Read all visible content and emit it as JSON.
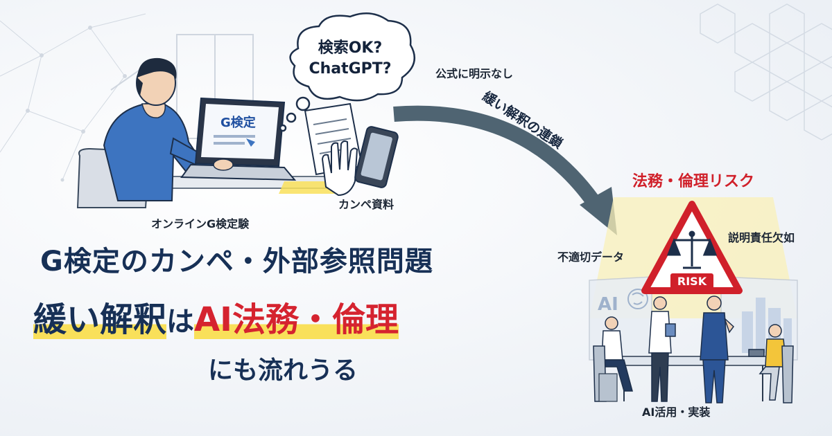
{
  "illustration": {
    "thought_bubble": {
      "line1": "検索OK?",
      "line2": "ChatGPT?"
    },
    "laptop_screen_text": "G検定",
    "note_no_official": "公式に明示なし",
    "label_online_exam": "オンラインG検定験",
    "label_cheat_sheet": "カンペ資料",
    "arrow_label": "緩い解釈の連鎖"
  },
  "risk_panel": {
    "title": "法務・倫理リスク",
    "label_inappropriate_data": "不適切データ",
    "label_accountability": "説明責任欠如",
    "badge": "RISK",
    "screen_label": "AI",
    "footer": "AI活用・実装"
  },
  "headline": {
    "line1": "G検定のカンペ・外部参照問題",
    "line2_part1": "緩い解釈",
    "line2_part2": "は",
    "line2_part3": "AI法務・倫理",
    "line3": "にも流れうる"
  },
  "colors": {
    "navy": "#173056",
    "accent_red": "#d0202a",
    "highlight_yellow": "#f9e05a",
    "arrow_slate": "#4f6472"
  },
  "icons": [
    "network-icon",
    "hexagon-pattern",
    "laptop-icon",
    "document-icon",
    "hand-icon",
    "smartphone-icon",
    "scales-icon",
    "warning-triangle-icon",
    "city-skyline-icon",
    "brain-icon"
  ]
}
